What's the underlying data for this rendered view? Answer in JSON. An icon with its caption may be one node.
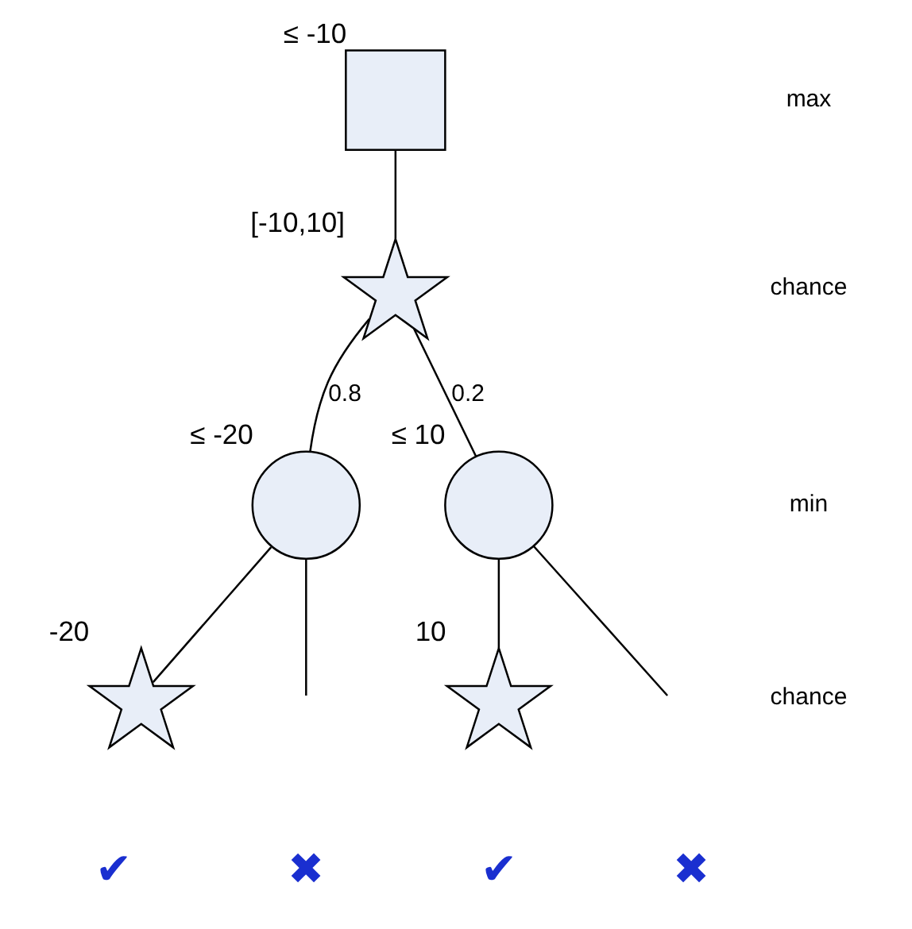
{
  "diagram": {
    "nodes": [
      {
        "text": [],
        "shape": "box",
        "beside": [
          "≤ -10"
        ]
      },
      {
        "text": [],
        "shape": "star",
        "beside": [
          "[-10,10]"
        ]
      },
      {
        "text": [],
        "shape": "circle",
        "beside": [
          "≤ -20"
        ]
      },
      {
        "text": [],
        "shape": "circle",
        "beside": [
          "≤ 10"
        ]
      },
      {
        "text": [],
        "shape": "star",
        "beside": [
          "-20"
        ]
      },
      {
        "text": [],
        "shape": "star",
        "beside": [
          "10"
        ]
      }
    ],
    "edges": [
      {
        "from": 0,
        "to": 1,
        "arrow": "none"
      },
      {
        "from": 1,
        "to": 2,
        "arrow": "none",
        "label": "0.8"
      },
      {
        "from": 1,
        "to": 3,
        "arrow": "none",
        "label": "0.2"
      },
      {
        "from": 2,
        "to": 4,
        "arrow": "none"
      },
      {
        "from": 2,
        "to": null,
        "arrow": "none"
      },
      {
        "from": 3,
        "to": 5,
        "arrow": "none"
      },
      {
        "from": 3,
        "to": null,
        "arrow": "none"
      }
    ],
    "labels": [
      "max",
      "chance",
      "min",
      "chance",
      "✔",
      "✖",
      "✔",
      "✖"
    ]
  }
}
